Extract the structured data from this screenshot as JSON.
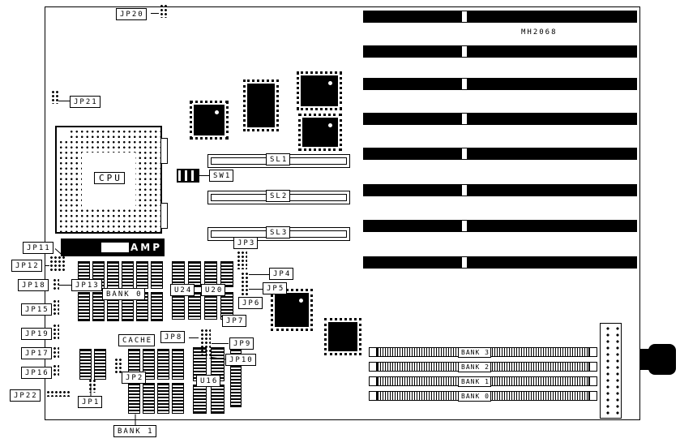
{
  "board": {
    "part_number": "MH2068",
    "cpu_label": "CPU",
    "amp_label": "AMP"
  },
  "labels": {
    "jp1": "JP1",
    "jp2": "JP2",
    "jp3": "JP3",
    "jp4": "JP4",
    "jp5": "JP5",
    "jp6": "JP6",
    "jp7": "JP7",
    "jp8": "JP8",
    "jp9": "JP9",
    "jp10": "JP10",
    "jp11": "JP11",
    "jp12": "JP12",
    "jp13": "JP13",
    "jp15": "JP15",
    "jp16": "JP16",
    "jp17": "JP17",
    "jp18": "JP18",
    "jp19": "JP19",
    "jp20": "JP20",
    "jp21": "JP21",
    "jp22": "JP22",
    "sl1": "SL1",
    "sl2": "SL2",
    "sl3": "SL3",
    "sw1": "SW1",
    "u16": "U16",
    "u20": "U20",
    "u24": "U24",
    "cache": "CACHE",
    "cache_bank0": "BANK 0",
    "cache_bank1": "BANK 1",
    "simm_banks": [
      "BANK 3",
      "BANK 2",
      "BANK 1",
      "BANK 0"
    ]
  },
  "colors": {
    "ink": "#000000",
    "paper": "#ffffff"
  }
}
